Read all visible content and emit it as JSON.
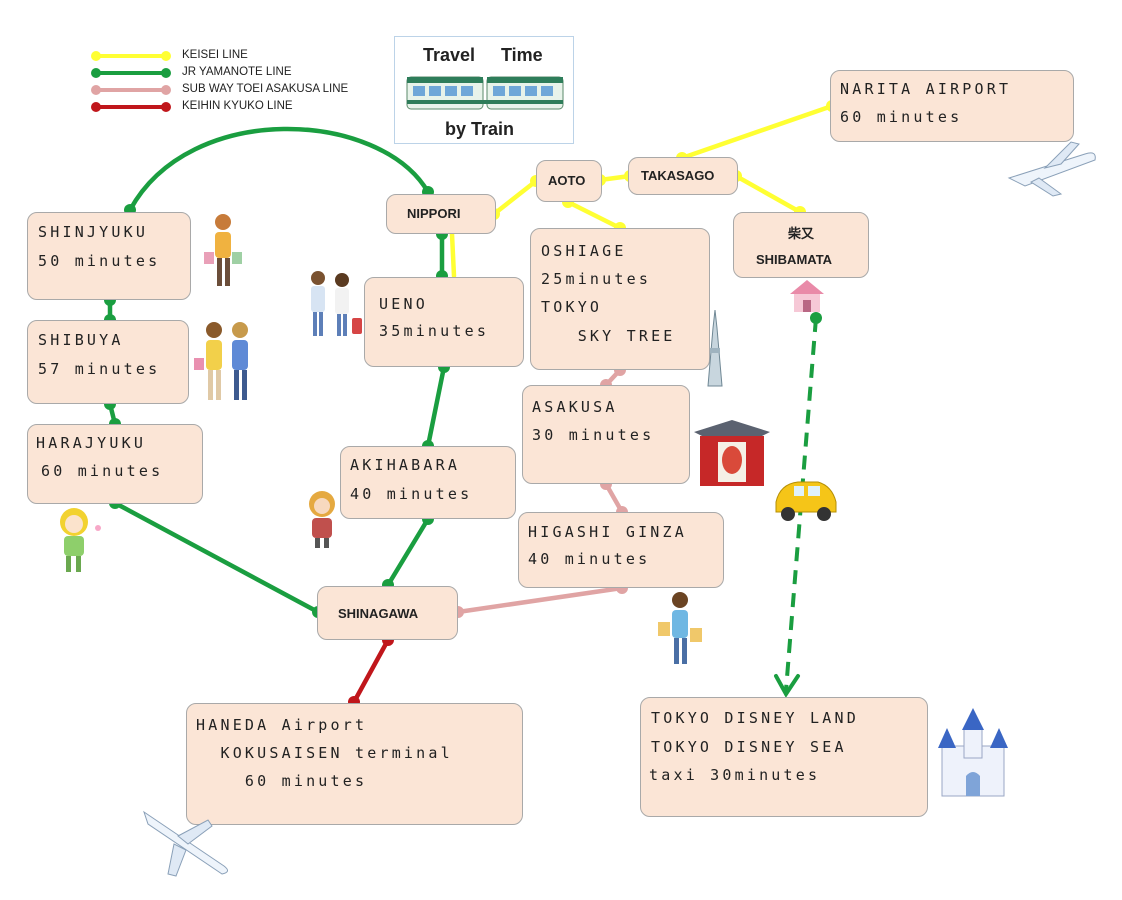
{
  "legend": [
    {
      "label": "KEISEI LINE",
      "color": "#ffff33"
    },
    {
      "label": "JR YAMANOTE LINE",
      "color": "#1a9e40"
    },
    {
      "label": "SUB WAY  TOEI ASAKUSA LINE",
      "color": "#e0a4a4"
    },
    {
      "label": "KEIHIN KYUKO   LINE",
      "color": "#c0161b"
    }
  ],
  "title": {
    "line1_a": "Travel",
    "line1_b": "Time",
    "line2": "by Train"
  },
  "stations": {
    "narita": {
      "lines": [
        "NARITA AIRPORT",
        "60 minutes"
      ]
    },
    "takasago": {
      "lines": [
        "TAKASAGO"
      ]
    },
    "aoto": {
      "lines": [
        "AOTO"
      ]
    },
    "nippori": {
      "lines": [
        "NIPPORI"
      ]
    },
    "shibamata": {
      "lines": [
        "柴又",
        "SHIBAMATA"
      ]
    },
    "shinjyuku": {
      "lines": [
        "SHINJYUKU",
        "50 minutes"
      ]
    },
    "shibuya": {
      "lines": [
        "SHIBUYA",
        "57 minutes"
      ]
    },
    "harajyuku": {
      "lines": [
        "HARAJYUKU",
        "60 minutes"
      ]
    },
    "ueno": {
      "lines": [
        "UENO",
        "35minutes"
      ]
    },
    "oshiage": {
      "lines": [
        "OSHIAGE",
        "25minutes",
        "TOKYO",
        "   SKY TREE"
      ]
    },
    "asakusa": {
      "lines": [
        "ASAKUSA",
        "30 minutes"
      ]
    },
    "akihabara": {
      "lines": [
        "AKIHABARA",
        "40 minutes"
      ]
    },
    "higashi_ginza": {
      "lines": [
        "HIGASHI GINZA",
        "40 minutes"
      ]
    },
    "shinagawa": {
      "lines": [
        "SHINAGAWA"
      ]
    },
    "haneda": {
      "lines": [
        "HANEDA Airport",
        "  KOKUSAISEN terminal",
        "    60 minutes"
      ]
    },
    "disney": {
      "lines": [
        "TOKYO DISNEY LAND",
        "TOKYO DISNEY SEA",
        "taxi 30minutes"
      ]
    }
  },
  "colors": {
    "keisei": "#ffff33",
    "yamanote": "#1a9e40",
    "asakusa_line": "#e0a4a4",
    "keihin": "#c0161b",
    "box_fill": "#fbe5d6",
    "box_border": "#a9a9a9"
  }
}
